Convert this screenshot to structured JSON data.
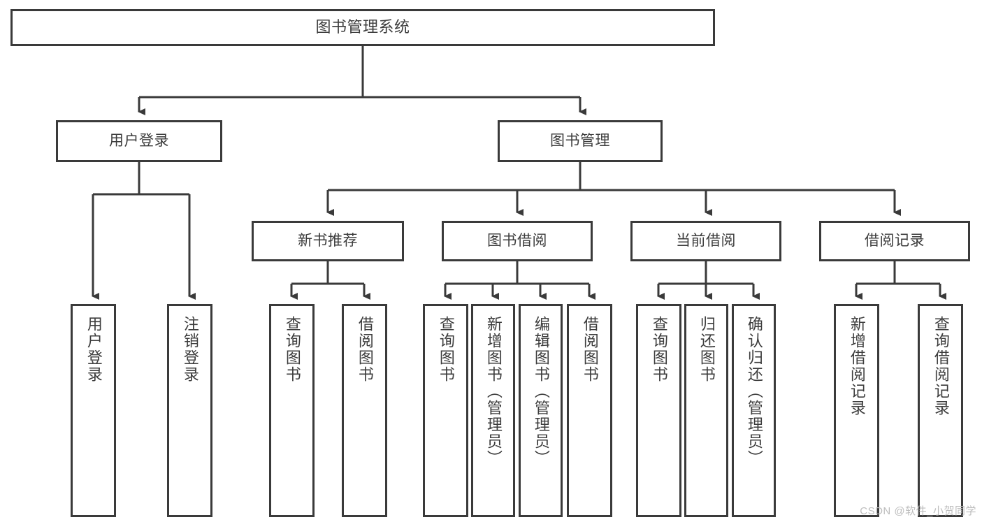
{
  "diagram": {
    "title": "图书管理系统",
    "type": "functional-decomposition-tree",
    "root": {
      "label": "图书管理系统"
    },
    "level2": [
      {
        "label": "用户登录"
      },
      {
        "label": "图书管理"
      }
    ],
    "level3": [
      {
        "label": "新书推荐"
      },
      {
        "label": "图书借阅"
      },
      {
        "label": "当前借阅"
      },
      {
        "label": "借阅记录"
      }
    ],
    "leaves": {
      "user_login": [
        {
          "label": "用户登录"
        },
        {
          "label": "注销登录"
        }
      ],
      "new_book_recommend": [
        {
          "label": "查询图书"
        },
        {
          "label": "借阅图书"
        }
      ],
      "book_borrow": [
        {
          "label": "查询图书"
        },
        {
          "label": "新增图书（管理员）"
        },
        {
          "label": "编辑图书（管理员）"
        },
        {
          "label": "借阅图书"
        }
      ],
      "current_borrow": [
        {
          "label": "查询图书"
        },
        {
          "label": "归还图书"
        },
        {
          "label": "确认归还（管理员）"
        }
      ],
      "borrow_record": [
        {
          "label": "新增借阅记录"
        },
        {
          "label": "查询借阅记录"
        }
      ]
    }
  },
  "watermark": {
    "text": "CSDN @软件_小贺同学"
  },
  "colors": {
    "border": "#3a3a3a",
    "text": "#3c3c3c",
    "background": "#ffffff",
    "watermark": "#bdbdbd"
  }
}
